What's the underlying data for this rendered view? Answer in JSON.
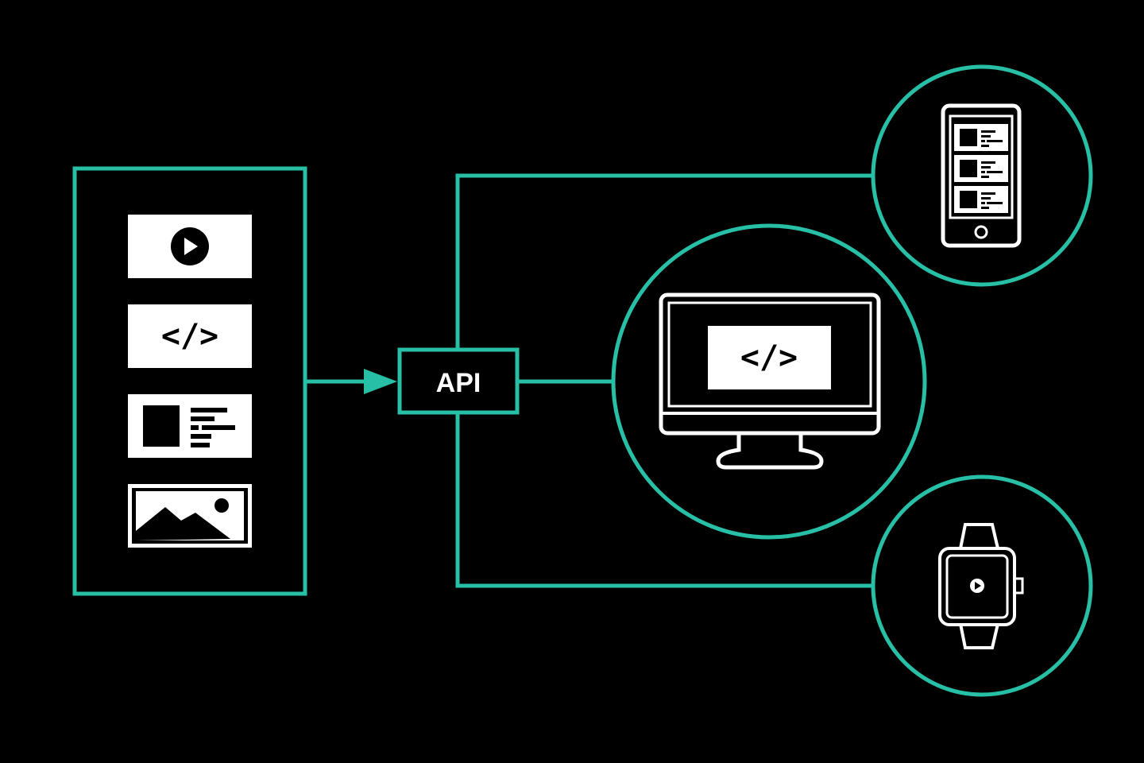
{
  "api": {
    "label": "API"
  },
  "content_blocks": [
    {
      "kind": "video",
      "icon": "play-icon"
    },
    {
      "kind": "code",
      "icon": "code-icon",
      "text": "</>"
    },
    {
      "kind": "article",
      "icon": "article-icon"
    },
    {
      "kind": "image",
      "icon": "image-icon"
    }
  ],
  "devices": {
    "mobile": {
      "icon": "mobile-phone-icon"
    },
    "desktop": {
      "icon": "desktop-monitor-icon",
      "screen_text": "</>"
    },
    "watch": {
      "icon": "smartwatch-icon"
    }
  },
  "colors": {
    "accent": "#27BFA6",
    "background": "#000000",
    "foreground": "#FFFFFF"
  }
}
